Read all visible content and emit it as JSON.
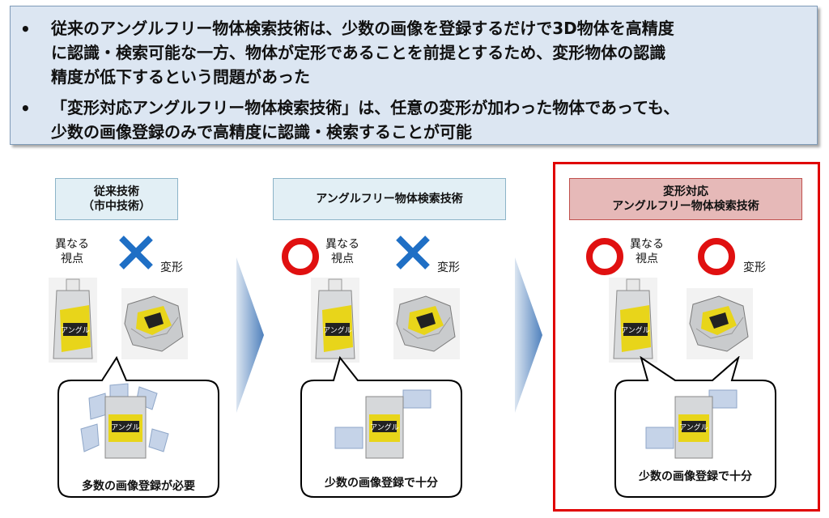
{
  "summary": {
    "bullet_glyph": "•",
    "bullet1": "従来のアングルフリー物体検索技術は、少数の画像を登録するだけで3D物体を高精度\nに認識・検索可能な一方、物体が定形であることを前提とするため、変形物体の認識\n精度が低下するという問題があった",
    "bullet2": "「変形対応アングルフリー物体検索技術」は、任意の変形が加わった物体であっても、\n少数の画像登録のみで高精度に認識・検索することが可能"
  },
  "panels": {
    "conventional": {
      "label": "従来技術\n（市中技術）",
      "viewpoint_label": "異なる\n視点",
      "deform_label": "変形",
      "bubble_text": "多数の画像登録が必要"
    },
    "anglefree": {
      "label": "アングルフリー物体検索技術",
      "viewpoint_label": "異なる\n視点",
      "deform_label": "変形",
      "bubble_text": "少数の画像登録で十分"
    },
    "deformable": {
      "label": "変形対応\nアングルフリー物体検索技術",
      "viewpoint_label": "異なる\n視点",
      "deform_label": "変形",
      "bubble_text": "少数の画像登録で十分"
    }
  },
  "product": {
    "pouch_text": "アングル"
  },
  "colors": {
    "circle_mark": "#e01010",
    "cross_mark": "#1f6fc5",
    "highlight_frame": "#e00000",
    "arrow": "#4f81bd"
  }
}
